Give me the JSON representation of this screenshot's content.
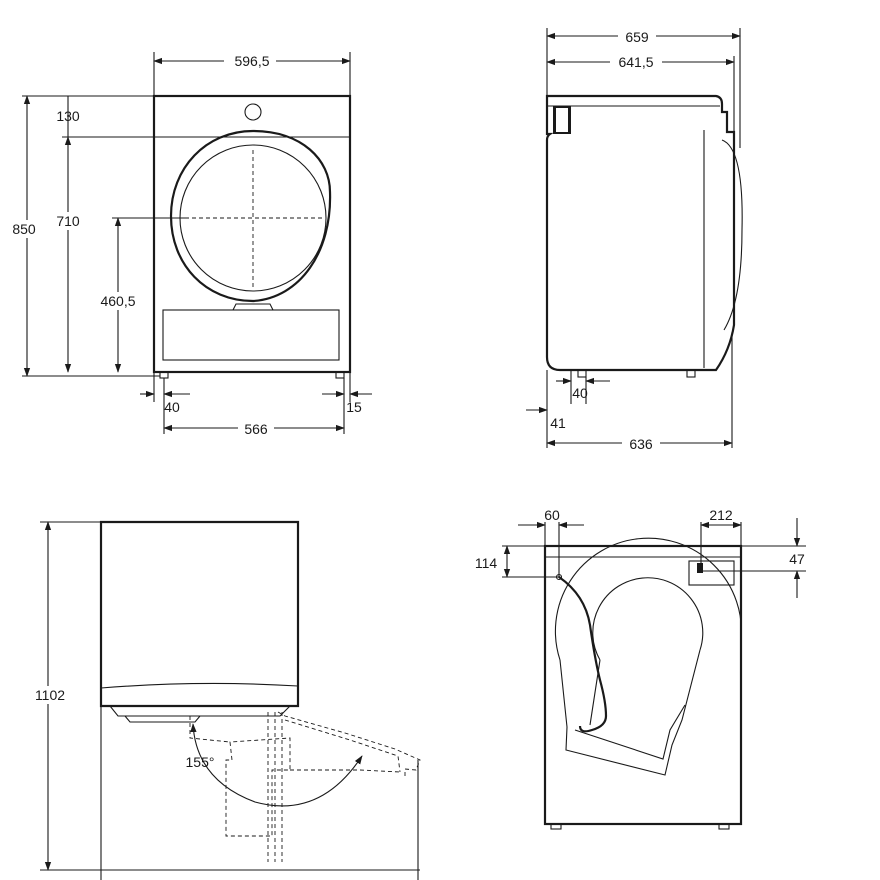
{
  "dimensions": {
    "front_width": "596,5",
    "top_panel_height": "130",
    "total_height": "850",
    "door_height": "710",
    "door_center_height": "460,5",
    "left_foot_offset": "40",
    "right_foot_offset": "15",
    "foot_span": "566",
    "side_total_depth": "659",
    "side_body_depth": "641,5",
    "side_foot_offset": "40",
    "side_rear_offset": "41",
    "side_base_depth": "636",
    "door_open_angle": "155°",
    "door_open_depth": "1102",
    "rear_left_offset": "60",
    "rear_right_offset": "212",
    "rear_left_height": "114",
    "rear_right_height": "47"
  }
}
